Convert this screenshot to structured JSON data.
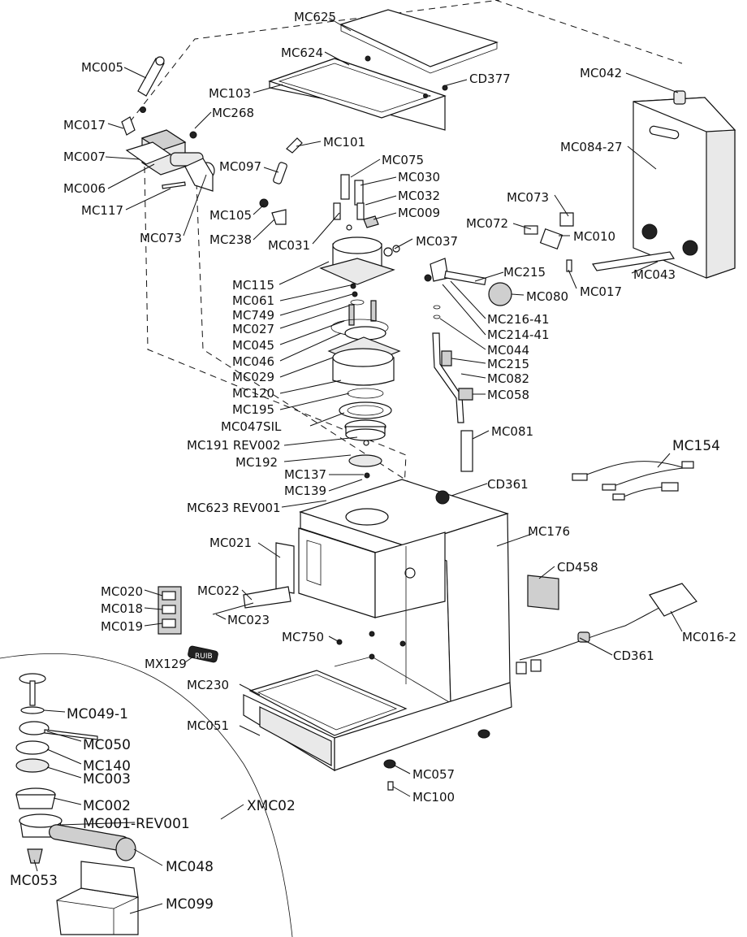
{
  "labels": {
    "MC625": "MC625",
    "MC624": "MC624",
    "CD377": "CD377",
    "MC103": "MC103",
    "MC005": "MC005",
    "MC268": "MC268",
    "MC017_a": "MC017",
    "MC007": "MC007",
    "MC006": "MC006",
    "MC117": "MC117",
    "MC073_a": "MC073",
    "MC101": "MC101",
    "MC097": "MC097",
    "MC075": "MC075",
    "MC030": "MC030",
    "MC032": "MC032",
    "MC105": "MC105",
    "MC009": "MC009",
    "MC238": "MC238",
    "MC031": "MC031",
    "MC037": "MC037",
    "MC042": "MC042",
    "MC084_27": "MC084-27",
    "MC073_b": "MC073",
    "MC072": "MC072",
    "MC010": "MC010",
    "MC043": "MC043",
    "MC017_b": "MC017",
    "MC215_a": "MC215",
    "MC080": "MC080",
    "MC216_41": "MC216-41",
    "MC214_41": "MC214-41",
    "MC044": "MC044",
    "MC215_b": "MC215",
    "MC082": "MC082",
    "MC058": "MC058",
    "MC081": "MC081",
    "MC115": "MC115",
    "MC061": "MC061",
    "MC749": "MC749",
    "MC027": "MC027",
    "MC045": "MC045",
    "MC046": "MC046",
    "MC029": "MC029",
    "MC120": "MC120",
    "MC195": "MC195",
    "MC047SIL": "MC047SIL",
    "MC191": "MC191 REV002",
    "MC192": "MC192",
    "MC137": "MC137",
    "MC139": "MC139",
    "MC623": "MC623 REV001",
    "CD361_a": "CD361",
    "MC154": "MC154",
    "MC176": "MC176",
    "MC021": "MC021",
    "CD458": "CD458",
    "MC020": "MC020",
    "MC018": "MC018",
    "MC019": "MC019",
    "MC022": "MC022",
    "MC023": "MC023",
    "MC750": "MC750",
    "MC016_2": "MC016-2",
    "CD361_b": "CD361",
    "MX129": "MX129",
    "MC230": "MC230",
    "MC051": "MC051",
    "MC049_1": "MC049-1",
    "MC050": "MC050",
    "MC140": "MC140",
    "MC003": "MC003",
    "MC057": "MC057",
    "MC100": "MC100",
    "MC002": "MC002",
    "XMC02": "XMC02",
    "MC001": "MC001-REV001",
    "MC053": "MC053",
    "MC048": "MC048",
    "MC099": "MC099"
  },
  "stamp_text": "RUIB"
}
